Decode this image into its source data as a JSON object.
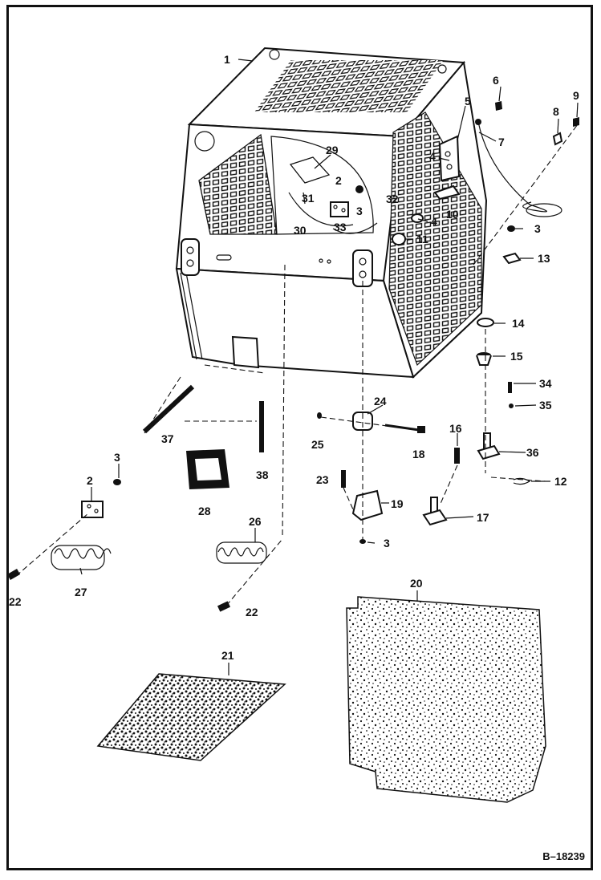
{
  "figure": {
    "id_label": "B–18239"
  },
  "callouts": [
    {
      "key": "c1",
      "text": "1"
    },
    {
      "key": "c2a",
      "text": "2"
    },
    {
      "key": "c3a",
      "text": "3"
    },
    {
      "key": "c29",
      "text": "29"
    },
    {
      "key": "c31",
      "text": "31"
    },
    {
      "key": "c30",
      "text": "30"
    },
    {
      "key": "c33",
      "text": "33"
    },
    {
      "key": "c32",
      "text": "32"
    },
    {
      "key": "c4a",
      "text": "4"
    },
    {
      "key": "c4b",
      "text": "4"
    },
    {
      "key": "c5",
      "text": "5"
    },
    {
      "key": "c6",
      "text": "6"
    },
    {
      "key": "c7",
      "text": "7"
    },
    {
      "key": "c8",
      "text": "8"
    },
    {
      "key": "c9",
      "text": "9"
    },
    {
      "key": "c10",
      "text": "10"
    },
    {
      "key": "c11",
      "text": "11"
    },
    {
      "key": "c3b",
      "text": "3"
    },
    {
      "key": "c13",
      "text": "13"
    },
    {
      "key": "c14",
      "text": "14"
    },
    {
      "key": "c15",
      "text": "15"
    },
    {
      "key": "c34",
      "text": "34"
    },
    {
      "key": "c35",
      "text": "35"
    },
    {
      "key": "c24",
      "text": "24"
    },
    {
      "key": "c25",
      "text": "25"
    },
    {
      "key": "c18",
      "text": "18"
    },
    {
      "key": "c16",
      "text": "16"
    },
    {
      "key": "c36",
      "text": "36"
    },
    {
      "key": "c12",
      "text": "12"
    },
    {
      "key": "c23",
      "text": "23"
    },
    {
      "key": "c19",
      "text": "19"
    },
    {
      "key": "c17",
      "text": "17"
    },
    {
      "key": "c3c",
      "text": "3"
    },
    {
      "key": "c37",
      "text": "37"
    },
    {
      "key": "c38",
      "text": "38"
    },
    {
      "key": "c28",
      "text": "28"
    },
    {
      "key": "c3d",
      "text": "3"
    },
    {
      "key": "c2b",
      "text": "2"
    },
    {
      "key": "c26",
      "text": "26"
    },
    {
      "key": "c27",
      "text": "27"
    },
    {
      "key": "c22a",
      "text": "22"
    },
    {
      "key": "c22b",
      "text": "22"
    },
    {
      "key": "c20",
      "text": "20"
    },
    {
      "key": "c21",
      "text": "21"
    }
  ]
}
